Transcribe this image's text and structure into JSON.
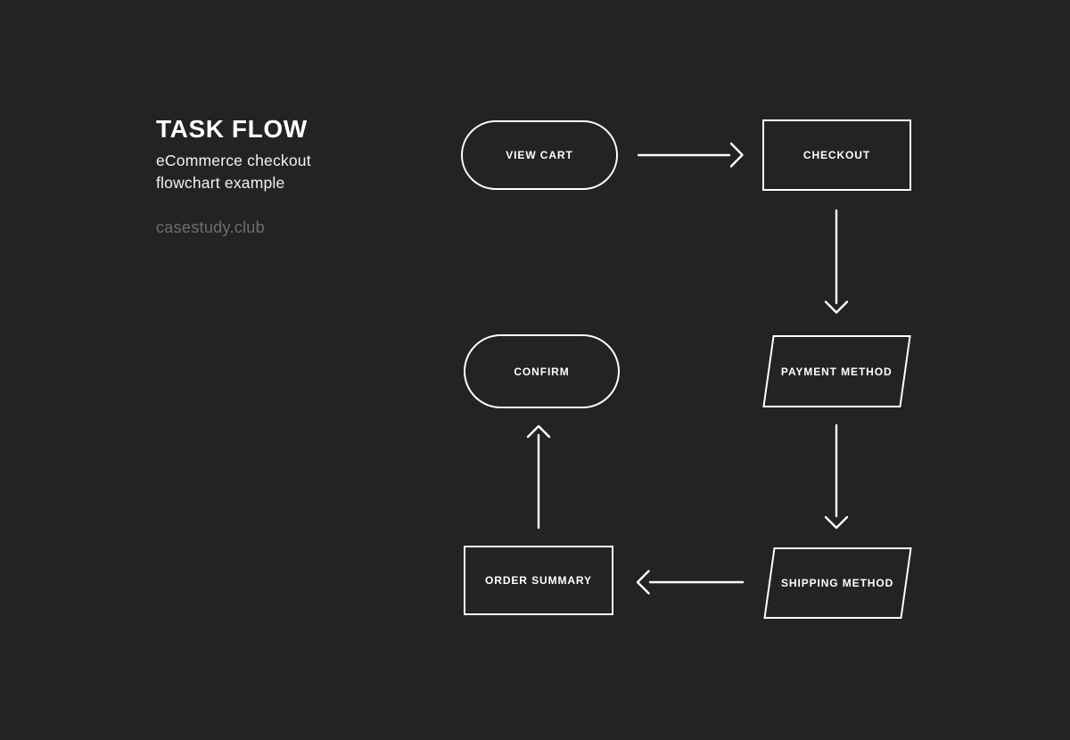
{
  "header": {
    "title": "TASK FLOW",
    "subtitle_line1": "eCommerce checkout",
    "subtitle_line2": "flowchart example",
    "watermark": "casestudy.club"
  },
  "colors": {
    "background": "#232323",
    "shape_stroke": "#ffffff",
    "node_text": "#ffffff",
    "muted_text": "#6e6e6e"
  },
  "flowchart": {
    "nodes": [
      {
        "id": "view-cart",
        "label": "VIEW CART",
        "shape": "pill"
      },
      {
        "id": "checkout",
        "label": "CHECKOUT",
        "shape": "rectangle"
      },
      {
        "id": "payment-method",
        "label": "PAYMENT METHOD",
        "shape": "parallelogram"
      },
      {
        "id": "shipping-method",
        "label": "SHIPPING METHOD",
        "shape": "parallelogram"
      },
      {
        "id": "order-summary",
        "label": "ORDER SUMMARY",
        "shape": "rectangle"
      },
      {
        "id": "confirm",
        "label": "CONFIRM",
        "shape": "pill"
      }
    ],
    "edges": [
      {
        "from": "view-cart",
        "to": "checkout",
        "direction": "right"
      },
      {
        "from": "checkout",
        "to": "payment-method",
        "direction": "down"
      },
      {
        "from": "payment-method",
        "to": "shipping-method",
        "direction": "down"
      },
      {
        "from": "shipping-method",
        "to": "order-summary",
        "direction": "left"
      },
      {
        "from": "order-summary",
        "to": "confirm",
        "direction": "up"
      }
    ]
  }
}
